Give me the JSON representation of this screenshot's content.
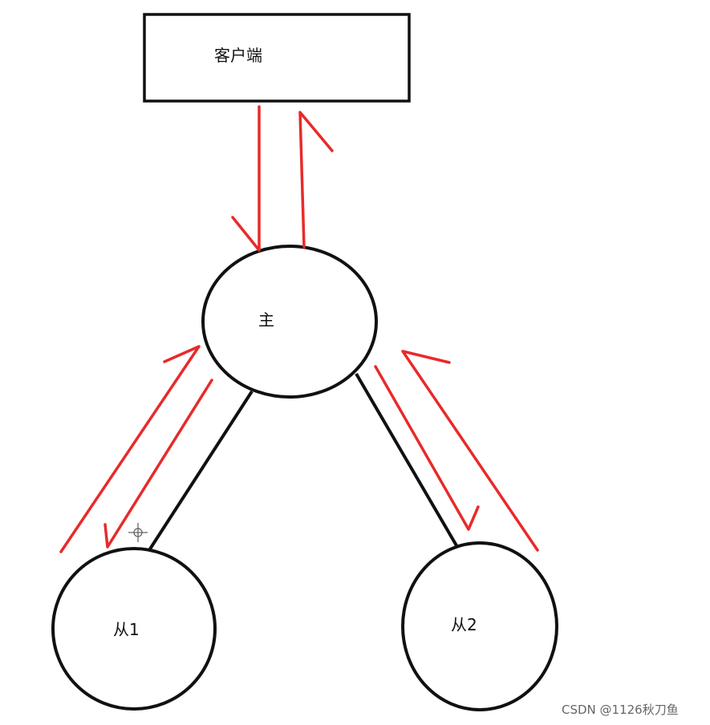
{
  "nodes": {
    "client": {
      "label": "客户端"
    },
    "master": {
      "label": "主"
    },
    "slave1": {
      "label": "从1"
    },
    "slave2": {
      "label": "从2"
    }
  },
  "watermark": {
    "text": "CSDN @1126秋刀鱼"
  },
  "colors": {
    "outline": "#111111",
    "arrow": "#e82a2a",
    "watermark": "#666666"
  }
}
